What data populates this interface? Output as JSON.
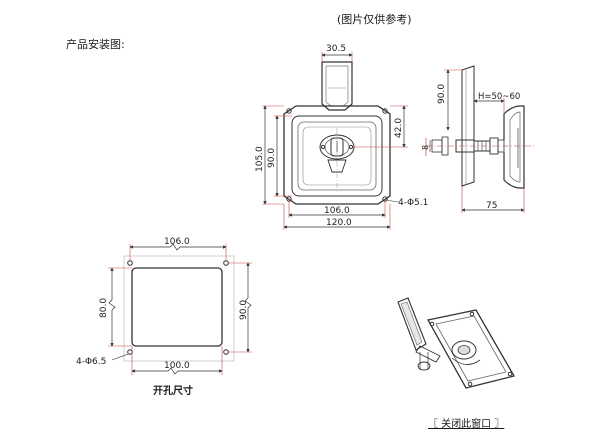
{
  "header": {
    "note": "(图片仅供参考)",
    "install_label": "产品安装图:"
  },
  "front_view": {
    "handle_width": "30.5",
    "height_outer": "105.0",
    "height_inner": "90.0",
    "handle_offset": "42.0",
    "width_inner": "106.0",
    "width_outer": "120.0",
    "holes": "4-Φ5.1"
  },
  "side_view": {
    "height": "90.0",
    "thickness_range": "H=50~60",
    "small_dim": "8",
    "depth": "75"
  },
  "cutout": {
    "hole_spacing_x": "106.0",
    "opening_height": "80.0",
    "hole_spacing_y": "90.0",
    "opening_width": "100.0",
    "holes": "4-Φ6.5",
    "caption": "开孔尺寸"
  },
  "footer": {
    "close_window": "〖 关闭此窗口 〗"
  },
  "colors": {
    "line": "#333333",
    "dim_red": "#cc4444"
  }
}
